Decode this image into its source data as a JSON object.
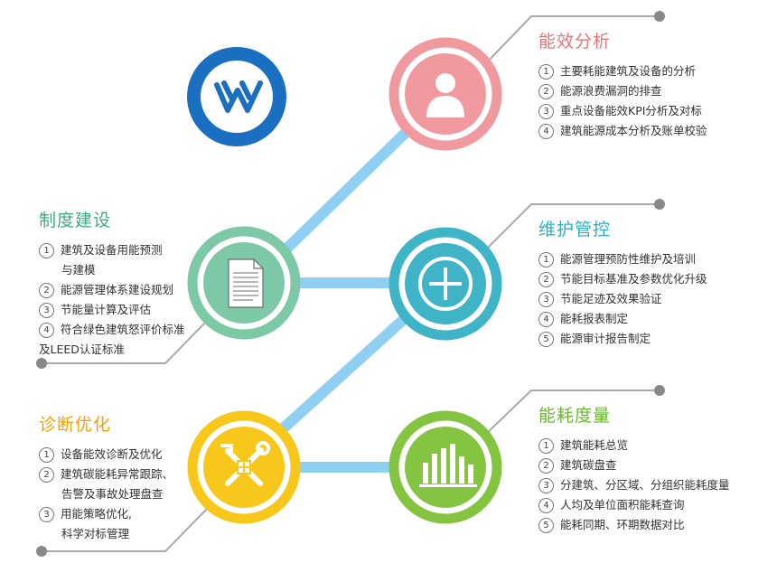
{
  "sections": {
    "energy_analysis": {
      "title": "能效分析",
      "color": "#e4767a",
      "items": [
        "主要耗能建筑及设备的分析",
        "能源浪费漏洞的排查",
        "重点设备能效KPI分析及对标",
        "建筑能源成本分析及账单校验"
      ]
    },
    "system_building": {
      "title": "制度建设",
      "color": "#3cab82",
      "items": [
        {
          "line1": "建筑及设备用能预测",
          "line2": "与建模"
        },
        {
          "line1": "能源管理体系建设规划",
          "line2": ""
        },
        {
          "line1": "节能量计算及评估",
          "line2": ""
        },
        {
          "line1": "符合绿色建筑怒评价标准",
          "line2": "及LEED认证标准"
        }
      ]
    },
    "maintenance_control": {
      "title": "维护管控",
      "color": "#2fb0c0",
      "items": [
        "能源管理预防性维护及培训",
        "节能目标基准及参数优化升级",
        "节能足迹及效果验证",
        "能耗报表制定",
        "能源审计报告制定"
      ]
    },
    "diagnosis_optimization": {
      "title": "诊断优化",
      "color": "#f3a300",
      "items": [
        {
          "line1": "设备能效诊断及优化",
          "line2": ""
        },
        {
          "line1": "建筑碳能耗异常跟踪、",
          "line2": "告警及事故处理盘查"
        },
        {
          "line1": "用能策略优化,",
          "line2": "科学对标管理"
        }
      ]
    },
    "consumption_measure": {
      "title": "能耗度量",
      "color": "#6bb82e",
      "items": [
        "建筑能耗总览",
        "建筑碳盘查",
        "分建筑、分区域、分组织能耗度量",
        "人均及单位面积能耗查询",
        "能耗同期、环期数据对比"
      ]
    }
  },
  "circle_numbers": [
    "1",
    "2",
    "3",
    "4",
    "5"
  ],
  "icons": {
    "logo": "logo-icon",
    "energy_analysis": "person-icon",
    "system_building": "document-icon",
    "maintenance_control": "plus-icon",
    "diagnosis_optimization": "tools-icon",
    "consumption_measure": "bar-chart-icon"
  },
  "colors": {
    "logo": "#1a6fc0",
    "connector": "#8fcff2",
    "leader_line": "#aaaaaa",
    "leader_dot": "#888888",
    "energy_circle": "#f09a9f",
    "system_circle": "#7dc8a6",
    "maintenance_circle": "#3fb4c6",
    "diagnosis_circle": "#f8c71b",
    "consumption_circle": "#84c441"
  }
}
